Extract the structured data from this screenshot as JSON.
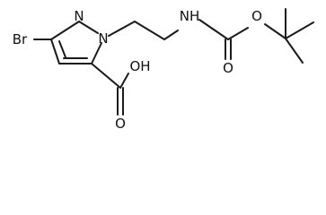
{
  "molecule": {
    "atoms": {
      "bromine": "Br",
      "ring_n2": "N",
      "ring_n1": "N",
      "amide_nh": "NH",
      "carbamate_o_ester": "O",
      "carbamate_o_carbonyl": "O",
      "acid_o_carbonyl": "O",
      "acid_oh": "OH"
    }
  }
}
